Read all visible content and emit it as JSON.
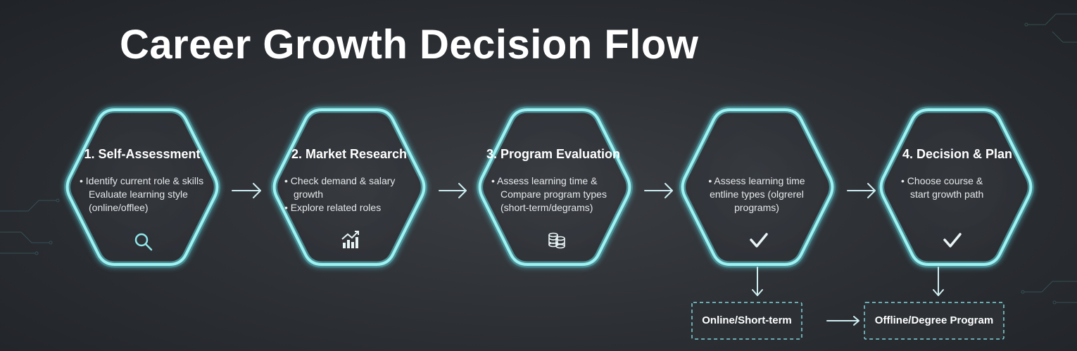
{
  "title": "Career Growth Decision Flow",
  "colors": {
    "accent": "#9ff2f2",
    "glow": "#5fd8e0",
    "background": "#2b2e33",
    "text": "#ffffff"
  },
  "nodes": [
    {
      "title": "1. Self-Assessment",
      "lines": [
        "• Identify current role & skills",
        "Evaluate learning style",
        "(online/offlee)"
      ],
      "icon": "magnifier-icon"
    },
    {
      "title": "2. Market Research",
      "lines": [
        "• Check demand & salary",
        "growth",
        "• Explore related roles"
      ],
      "icon": "growth-chart-icon"
    },
    {
      "title": "3. Program Evaluation",
      "lines": [
        "• Assess learning time &",
        "Compare program types",
        "(short-term/degrams)"
      ],
      "icon": "coins-icon"
    },
    {
      "title": "",
      "lines": [
        "• Assess learning time",
        "entline types (olgrerel",
        "programs)"
      ],
      "icon": "checkmark-icon"
    },
    {
      "title": "4. Decision & Plan",
      "lines": [
        "• Choose course &",
        "start growth path"
      ],
      "icon": "checkmark-icon"
    }
  ],
  "options": [
    {
      "label": "Online/Short-term"
    },
    {
      "label": "Offline/Degree Program"
    }
  ]
}
